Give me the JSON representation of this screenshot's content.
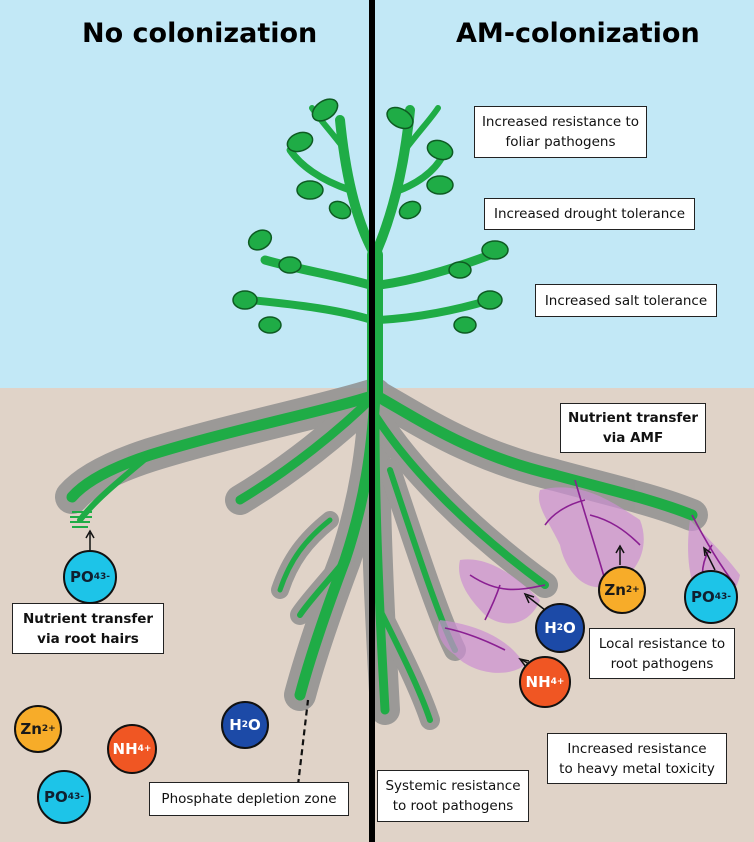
{
  "headers": {
    "left": "No colonization",
    "right": "AM-colonization"
  },
  "boxes": {
    "foliar": [
      "Increased resistance to",
      "foliar pathogens"
    ],
    "drought": "Increased drought tolerance",
    "salt": "Increased salt tolerance",
    "amf": [
      "Nutrient transfer",
      "via AMF"
    ],
    "root_hairs": [
      "Nutrient transfer",
      "via root hairs"
    ],
    "local": [
      "Local resistance to",
      "root pathogens"
    ],
    "heavy": [
      "Increased resistance",
      "to heavy metal toxicity"
    ],
    "systemic": [
      "Systemic resistance",
      "to root pathogens"
    ],
    "depletion": "Phosphate depletion zone"
  },
  "ions": {
    "po4": {
      "base": "PO",
      "sub": "4",
      "sup": "3-"
    },
    "zn": {
      "base": "Zn",
      "sup": "2+"
    },
    "nh4": {
      "base": "NH",
      "sub": "4",
      "sup": "+"
    },
    "h2o": {
      "pre": "H",
      "sub": "2",
      "post": "O"
    }
  },
  "colors": {
    "sky": "#c2e8f6",
    "soil": "#e0d3c8",
    "plant": "#1fac46",
    "depletion_zone": "#8f8f8f",
    "hyphae": "#8a1f92",
    "hyphae_fill": "#cc8ed2",
    "po4": "#1dc4e8",
    "zn": "#f7ac29",
    "nh4": "#f05623",
    "h2o": "#1c4aa7"
  }
}
